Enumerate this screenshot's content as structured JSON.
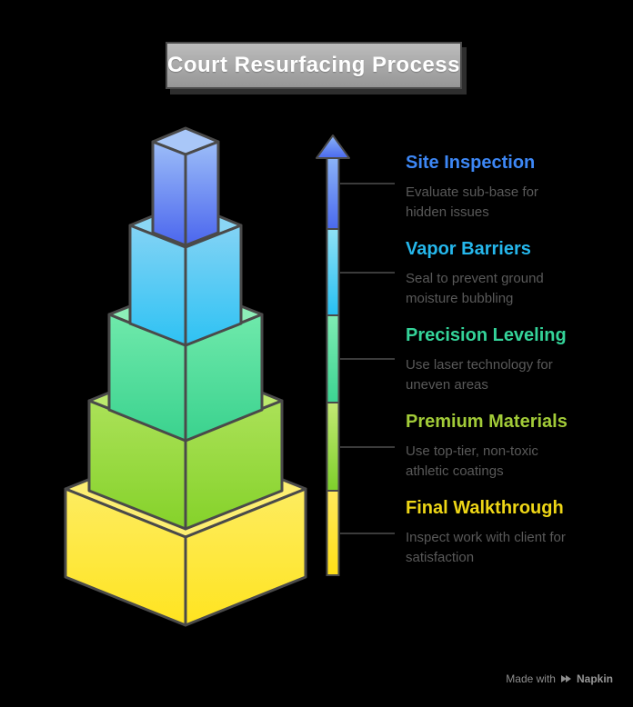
{
  "title": "Court Resurfacing Process",
  "colors": {
    "background": "#000000",
    "outline": "#4a4a4a",
    "connector": "#4f4f4f",
    "description_text": "#595959",
    "title_text": "#ffffff",
    "footer_text": "#8d8d8d"
  },
  "steps": [
    {
      "label": "Site Inspection",
      "description": "Evaluate sub-base for hidden issues",
      "label_color": "#3d87f5",
      "box": {
        "top": "#a9c7f8",
        "front_light": "#9cbdf8",
        "front_dark": "#4b66ee"
      },
      "bar": {
        "light": "#8cb4f7",
        "dark": "#4a69ef"
      }
    },
    {
      "label": "Vapor Barriers",
      "description": "Seal to prevent ground moisture bubbling",
      "label_color": "#25b7ec",
      "box": {
        "top": "#8ad6f4",
        "front_light": "#83d3f5",
        "front_dark": "#2ec2f3"
      },
      "bar": {
        "light": "#8fe0f5",
        "dark": "#27c0f2"
      }
    },
    {
      "label": "Precision Leveling",
      "description": "Use laser technology for uneven areas",
      "label_color": "#34d399",
      "box": {
        "top": "#8deeb8",
        "front_light": "#6fe9ab",
        "front_dark": "#3ad28e"
      },
      "bar": {
        "light": "#7fecb3",
        "dark": "#3cd492"
      }
    },
    {
      "label": "Premium Materials",
      "description": "Use top-tier, non-toxic athletic coatings",
      "label_color": "#a2cb38",
      "box": {
        "top": "#bce96d",
        "front_light": "#abe158",
        "front_dark": "#85d22a"
      },
      "bar": {
        "light": "#c3ea74",
        "dark": "#7ecf2b"
      }
    },
    {
      "label": "Final Walkthrough",
      "description": "Inspect work with client for satisfaction",
      "label_color": "#eed616",
      "box": {
        "top": "#fcee72",
        "front_light": "#fdec60",
        "front_dark": "#ffe420"
      },
      "bar": {
        "light": "#ffe95c",
        "dark": "#ffdf17"
      }
    }
  ],
  "footer": {
    "made_with": "Made with",
    "brand": "Napkin"
  }
}
